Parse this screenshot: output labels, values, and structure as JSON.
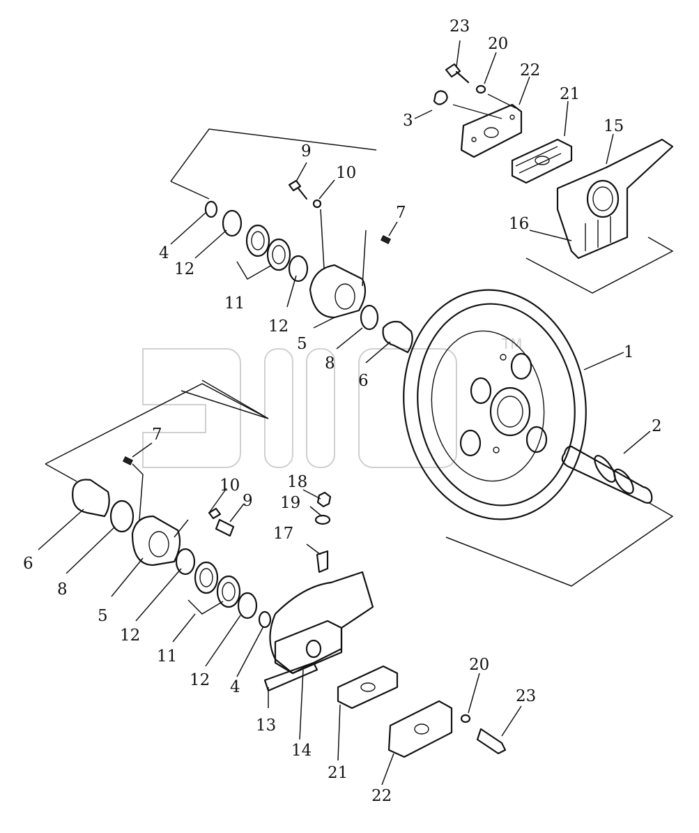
{
  "callouts": [
    {
      "id": "c1",
      "text": "1"
    },
    {
      "id": "c2",
      "text": "2"
    },
    {
      "id": "c3",
      "text": "3"
    },
    {
      "id": "c4a",
      "text": "4"
    },
    {
      "id": "c4b",
      "text": "4"
    },
    {
      "id": "c5a",
      "text": "5"
    },
    {
      "id": "c5b",
      "text": "5"
    },
    {
      "id": "c6a",
      "text": "6"
    },
    {
      "id": "c6b",
      "text": "6"
    },
    {
      "id": "c7a",
      "text": "7"
    },
    {
      "id": "c7b",
      "text": "7"
    },
    {
      "id": "c8a",
      "text": "8"
    },
    {
      "id": "c8b",
      "text": "8"
    },
    {
      "id": "c9a",
      "text": "9"
    },
    {
      "id": "c9b",
      "text": "9"
    },
    {
      "id": "c10a",
      "text": "10"
    },
    {
      "id": "c10b",
      "text": "10"
    },
    {
      "id": "c11a",
      "text": "11"
    },
    {
      "id": "c11b",
      "text": "11"
    },
    {
      "id": "c12a",
      "text": "12"
    },
    {
      "id": "c12b",
      "text": "12"
    },
    {
      "id": "c12c",
      "text": "12"
    },
    {
      "id": "c12d",
      "text": "12"
    },
    {
      "id": "c13",
      "text": "13"
    },
    {
      "id": "c14",
      "text": "14"
    },
    {
      "id": "c15",
      "text": "15"
    },
    {
      "id": "c16",
      "text": "16"
    },
    {
      "id": "c17",
      "text": "17"
    },
    {
      "id": "c18",
      "text": "18"
    },
    {
      "id": "c19",
      "text": "19"
    },
    {
      "id": "c20a",
      "text": "20"
    },
    {
      "id": "c20b",
      "text": "20"
    },
    {
      "id": "c21a",
      "text": "21"
    },
    {
      "id": "c21b",
      "text": "21"
    },
    {
      "id": "c22a",
      "text": "22"
    },
    {
      "id": "c22b",
      "text": "22"
    },
    {
      "id": "c23a",
      "text": "23"
    },
    {
      "id": "c23b",
      "text": "23"
    }
  ],
  "watermark": {
    "trademark": "TM"
  }
}
